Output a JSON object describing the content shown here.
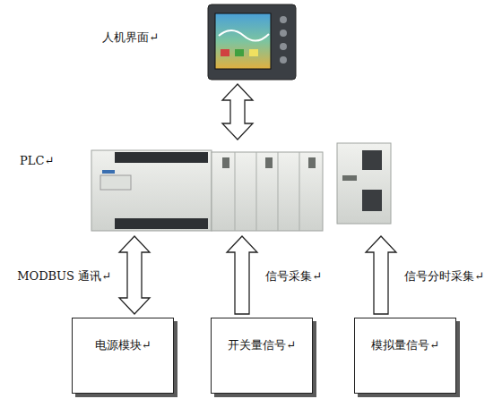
{
  "diagram": {
    "nodes": [
      {
        "text": [
          "人机界面↵"
        ]
      },
      {
        "text": [
          "PLC↵"
        ]
      },
      {
        "text": [
          "电源模块↵"
        ]
      },
      {
        "text": [
          "开关量信号↵"
        ]
      },
      {
        "text": [
          "模拟量信号↵"
        ]
      }
    ],
    "edges": [
      {
        "from": 0,
        "to": 1,
        "arrow": "both"
      },
      {
        "from": 1,
        "to": 2,
        "arrow": "both",
        "label": "MODBUS 通讯↵"
      },
      {
        "from": 3,
        "to": 1,
        "arrow": "to",
        "label": "信号采集↵"
      },
      {
        "from": 4,
        "to": 1,
        "arrow": "to",
        "label": "信号分时采集↵"
      }
    ]
  }
}
